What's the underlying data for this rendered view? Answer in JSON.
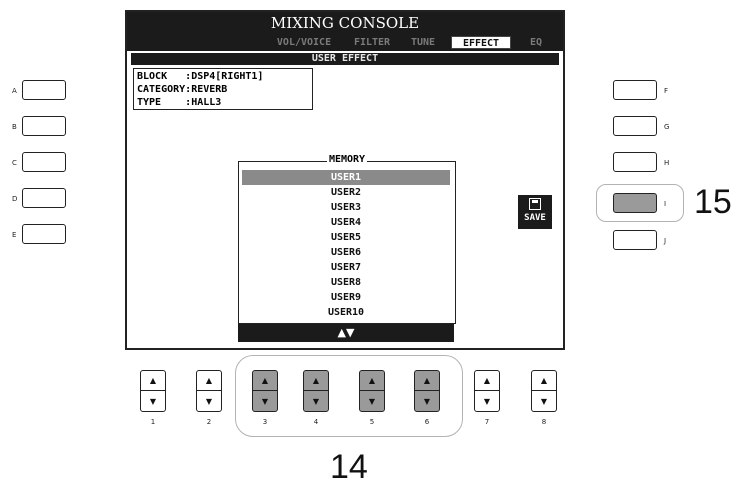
{
  "screen": {
    "title": "MIXING CONSOLE",
    "tabs": [
      {
        "label": "VOL/VOICE",
        "active": false
      },
      {
        "label": "FILTER",
        "active": false
      },
      {
        "label": "TUNE",
        "active": false
      },
      {
        "label": "EFFECT",
        "active": true
      },
      {
        "label": "EQ",
        "active": false
      }
    ],
    "subheader": "USER EFFECT",
    "info": {
      "block_label": "BLOCK   ",
      "block_value": ":DSP4[RIGHT1]",
      "category_label": "CATEGORY",
      "category_value": ":REVERB",
      "type_label": "TYPE    ",
      "type_value": ":HALL3"
    },
    "memory": {
      "title": "MEMORY",
      "items": [
        "USER1",
        "USER2",
        "USER3",
        "USER4",
        "USER5",
        "USER6",
        "USER7",
        "USER8",
        "USER9",
        "USER10"
      ],
      "selected_index": 0,
      "scroll_glyph": "▲▼"
    },
    "save_label": "SAVE"
  },
  "left_buttons": [
    "A",
    "B",
    "C",
    "D",
    "E"
  ],
  "right_buttons": [
    "F",
    "G",
    "H",
    "I",
    "J"
  ],
  "active_right_button": "I",
  "bottom_buttons": [
    "1",
    "2",
    "3",
    "4",
    "5",
    "6",
    "7",
    "8"
  ],
  "active_bottom_buttons": [
    "3",
    "4",
    "5",
    "6"
  ],
  "callouts": {
    "right": "15",
    "bottom": "14"
  },
  "colors": {
    "lcd_dark": "#1b1b1b",
    "highlight": "#9a9a9a",
    "selection": "#8a8a8a"
  }
}
